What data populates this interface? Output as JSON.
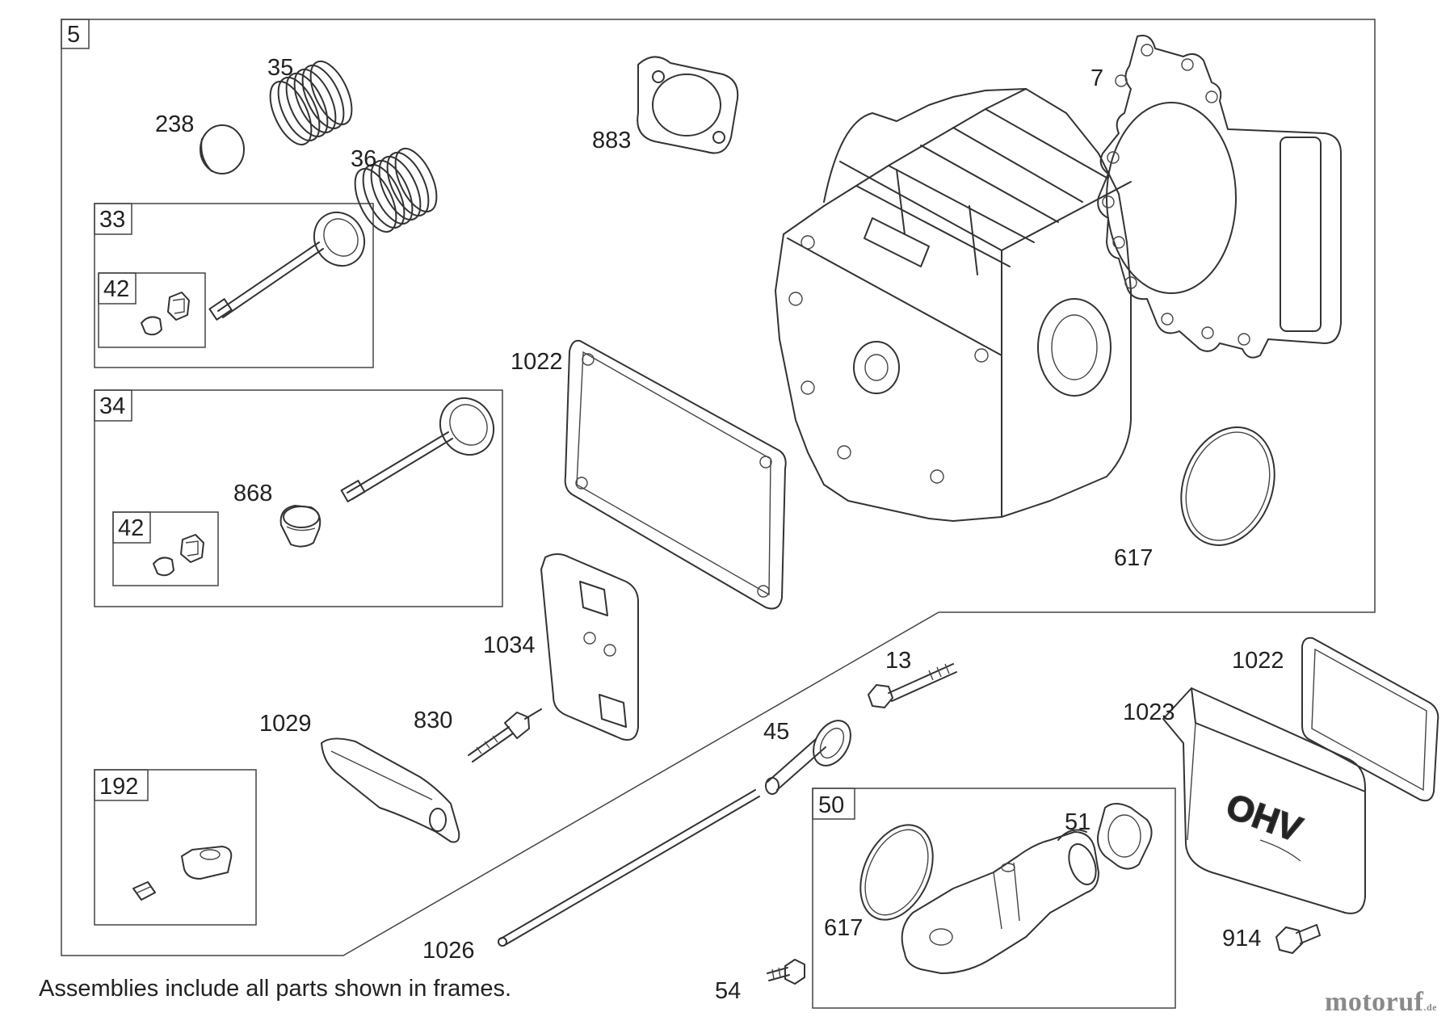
{
  "callouts": {
    "c5": "5",
    "c35": "35",
    "c238": "238",
    "c36": "36",
    "c883": "883",
    "c7": "7",
    "c33": "33",
    "c42a": "42",
    "c1022a": "1022",
    "c34": "34",
    "c868": "868",
    "c42b": "42",
    "c617a": "617",
    "c1034": "1034",
    "c13": "13",
    "c1022b": "1022",
    "c1023": "1023",
    "c1029": "1029",
    "c830": "830",
    "c45": "45",
    "c192": "192",
    "c50": "50",
    "c51": "51",
    "c617b": "617",
    "c914": "914",
    "c1026": "1026",
    "c54": "54"
  },
  "footnote": "Assemblies include all parts shown in frames.",
  "brand": {
    "main": "motoruf",
    "tld": ".de"
  },
  "icons": [
    "valve-spring-icon",
    "valve-icon",
    "gasket-icon",
    "cylinder-head-icon",
    "rocker-arm-icon",
    "push-rod-icon",
    "bolt-icon",
    "intake-manifold-icon",
    "valve-cover-icon",
    "o-ring-icon"
  ],
  "colors": {
    "line": "#333333",
    "brand_grey": "#8a8a8a",
    "brand_accent": "#e07010"
  }
}
